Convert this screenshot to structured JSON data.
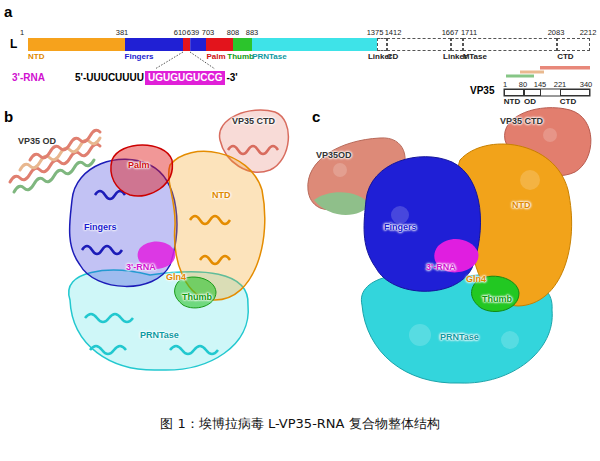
{
  "diagram": {
    "caption": "图 1：埃博拉病毒 L-VP35-RNA 复合物整体结构",
    "nodes": [
      {
        "text": [
          "NTD"
        ]
      },
      {
        "text": [
          "Fingers"
        ]
      },
      {
        "text": [
          "Palm"
        ]
      },
      {
        "text": [
          "Thumb"
        ]
      },
      {
        "text": [
          "PRNTase"
        ]
      },
      {
        "text": [
          "Linker"
        ]
      },
      {
        "text": [
          "CD"
        ]
      },
      {
        "text": [
          "Linker"
        ]
      },
      {
        "text": [
          "MTase"
        ]
      },
      {
        "text": [
          "CTD"
        ]
      },
      {
        "text": [
          "UGUGUGUCCG"
        ]
      },
      {
        "text": [
          "NTD"
        ]
      },
      {
        "text": [
          "OD"
        ]
      },
      {
        "text": [
          "CTD"
        ]
      }
    ],
    "labels": [
      "a",
      "L",
      "1",
      "381",
      "610",
      "639",
      "703",
      "808",
      "883",
      "1375",
      "1412",
      "1667",
      "1711",
      "2083",
      "2212",
      "3'-RNA",
      "5'-UUUCUUUU",
      "-3'",
      "VP35",
      "1",
      "80",
      "145",
      "221",
      "340",
      "b",
      "VP35 OD",
      "VP35 CTD",
      "Palm",
      "NTD",
      "Fingers",
      "3'-RNA",
      "Gln4",
      "Thumb",
      "PRNTase",
      "c",
      "VP35OD",
      "VP35 CTD",
      "Fingers",
      "NTD",
      "3'-RNA",
      "Gln4",
      "Thumb",
      "PRNTase"
    ]
  }
}
